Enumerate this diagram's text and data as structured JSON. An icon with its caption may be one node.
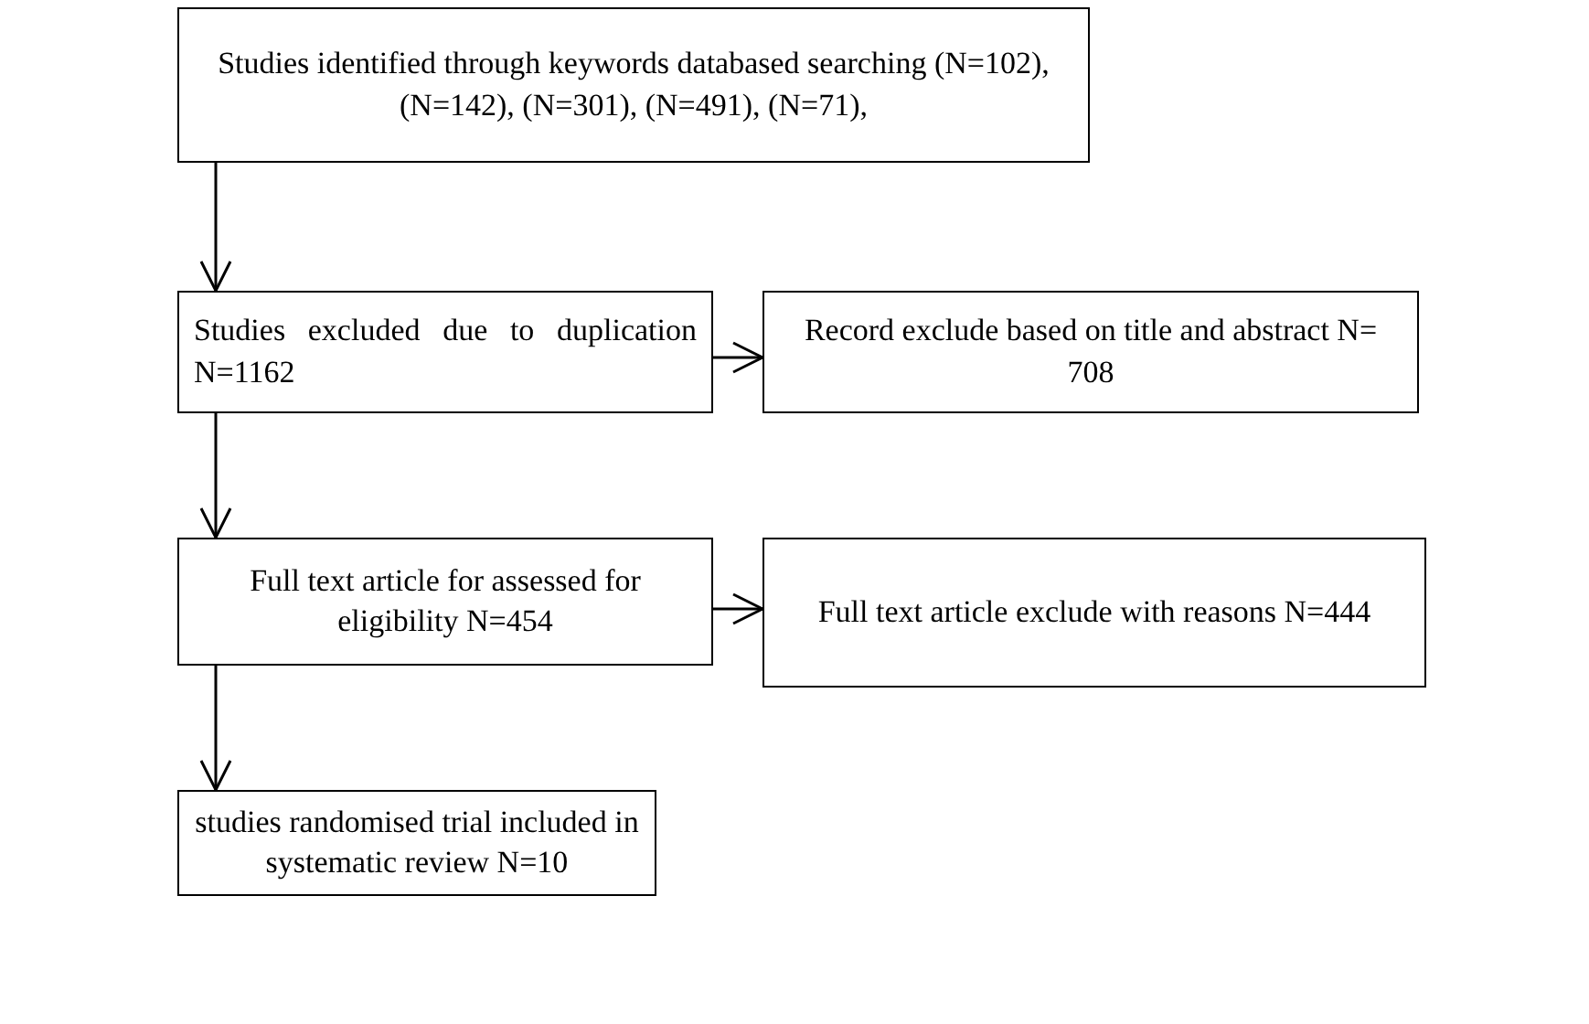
{
  "diagram": {
    "nodes": [
      {
        "text": [
          "Studies identified through keywords databased searching (N=102), (N=142), (N=301), (N=491), (N=71),"
        ]
      },
      {
        "text": [
          "Studies excluded due to duplication N=1162"
        ]
      },
      {
        "text": [
          "Record exclude based on title and abstract N= 708"
        ]
      },
      {
        "text": [
          "Full text article for assessed for eligibility N=454"
        ]
      },
      {
        "text": [
          "Full text article exclude with reasons N=444"
        ]
      },
      {
        "text": [
          "studies randomised trial included in systematic review N=10"
        ]
      }
    ],
    "edges": [
      {
        "from": 0,
        "to": 1,
        "arrow": "to"
      },
      {
        "from": 1,
        "to": 2,
        "arrow": "to"
      },
      {
        "from": 1,
        "to": 3,
        "arrow": "to"
      },
      {
        "from": 3,
        "to": 4,
        "arrow": "to"
      },
      {
        "from": 3,
        "to": 5,
        "arrow": "to"
      }
    ]
  }
}
